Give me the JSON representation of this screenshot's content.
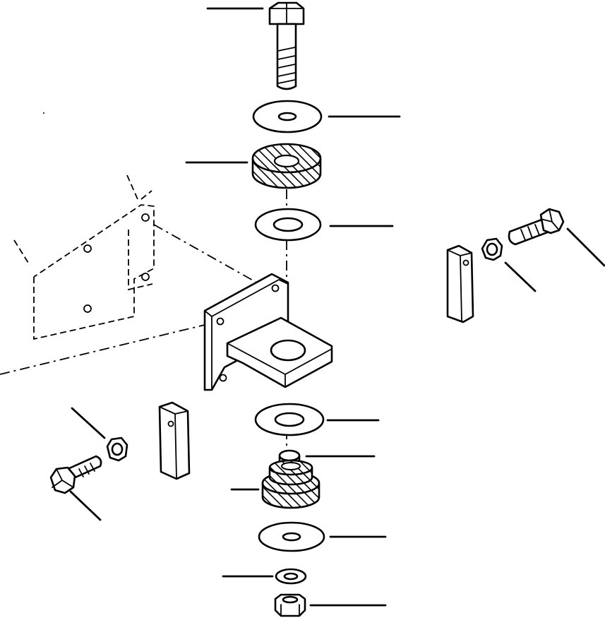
{
  "diagram": {
    "type": "exploded-parts-view",
    "line_color": "#000000",
    "background": "#ffffff",
    "parts": [
      {
        "name": "hex-bolt-top"
      },
      {
        "name": "flat-washer-1"
      },
      {
        "name": "rubber-cushion-upper"
      },
      {
        "name": "flat-washer-2"
      },
      {
        "name": "mounting-bracket"
      },
      {
        "name": "flat-washer-3"
      },
      {
        "name": "spacer-collar"
      },
      {
        "name": "rubber-cushion-lower"
      },
      {
        "name": "flat-washer-4"
      },
      {
        "name": "lock-washer"
      },
      {
        "name": "hex-nut-bottom"
      },
      {
        "name": "shim-plate-right"
      },
      {
        "name": "hex-nut-right"
      },
      {
        "name": "hex-bolt-right"
      },
      {
        "name": "shim-plate-left"
      },
      {
        "name": "hex-nut-left"
      },
      {
        "name": "hex-bolt-left"
      },
      {
        "name": "frame-outline"
      }
    ]
  }
}
